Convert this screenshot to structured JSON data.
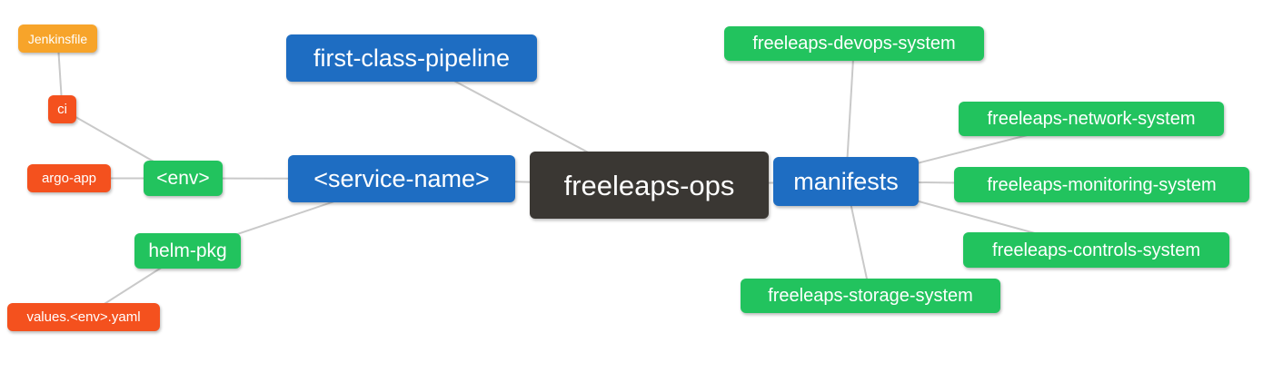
{
  "palette": {
    "blue": "#1e6dc2",
    "green": "#22c35e",
    "red": "#f4511e",
    "orange": "#f7a42a",
    "dark": "#3a3733",
    "edge": "#c9c9c9",
    "node_text": "#ffffff",
    "background": "#ffffff"
  },
  "diagram": {
    "nodes": [
      {
        "id": "jenkinsfile",
        "label": "Jenkinsfile",
        "color": "orange"
      },
      {
        "id": "ci",
        "label": "ci",
        "color": "red"
      },
      {
        "id": "argo-app",
        "label": "argo-app",
        "color": "red"
      },
      {
        "id": "env",
        "label": "<env>",
        "color": "green"
      },
      {
        "id": "first-class-pipeline",
        "label": "first-class-pipeline",
        "color": "blue"
      },
      {
        "id": "service-name",
        "label": "<service-name>",
        "color": "blue"
      },
      {
        "id": "freeleaps-ops",
        "label": "freeleaps-ops",
        "color": "dark"
      },
      {
        "id": "manifests",
        "label": "manifests",
        "color": "blue"
      },
      {
        "id": "helm-pkg",
        "label": "helm-pkg",
        "color": "green"
      },
      {
        "id": "values-env-yaml",
        "label": "values.<env>.yaml",
        "color": "red"
      },
      {
        "id": "freeleaps-devops-system",
        "label": "freeleaps-devops-system",
        "color": "green"
      },
      {
        "id": "freeleaps-network-system",
        "label": "freeleaps-network-system",
        "color": "green"
      },
      {
        "id": "freeleaps-monitoring-system",
        "label": "freeleaps-monitoring-system",
        "color": "green"
      },
      {
        "id": "freeleaps-controls-system",
        "label": "freeleaps-controls-system",
        "color": "green"
      },
      {
        "id": "freeleaps-storage-system",
        "label": "freeleaps-storage-system",
        "color": "green"
      }
    ],
    "edges": [
      [
        "jenkinsfile",
        "ci"
      ],
      [
        "ci",
        "env"
      ],
      [
        "argo-app",
        "env"
      ],
      [
        "env",
        "service-name"
      ],
      [
        "helm-pkg",
        "service-name"
      ],
      [
        "values-env-yaml",
        "helm-pkg"
      ],
      [
        "first-class-pipeline",
        "freeleaps-ops"
      ],
      [
        "service-name",
        "freeleaps-ops"
      ],
      [
        "freeleaps-ops",
        "manifests"
      ],
      [
        "manifests",
        "freeleaps-devops-system"
      ],
      [
        "manifests",
        "freeleaps-network-system"
      ],
      [
        "manifests",
        "freeleaps-monitoring-system"
      ],
      [
        "manifests",
        "freeleaps-controls-system"
      ],
      [
        "manifests",
        "freeleaps-storage-system"
      ]
    ]
  }
}
